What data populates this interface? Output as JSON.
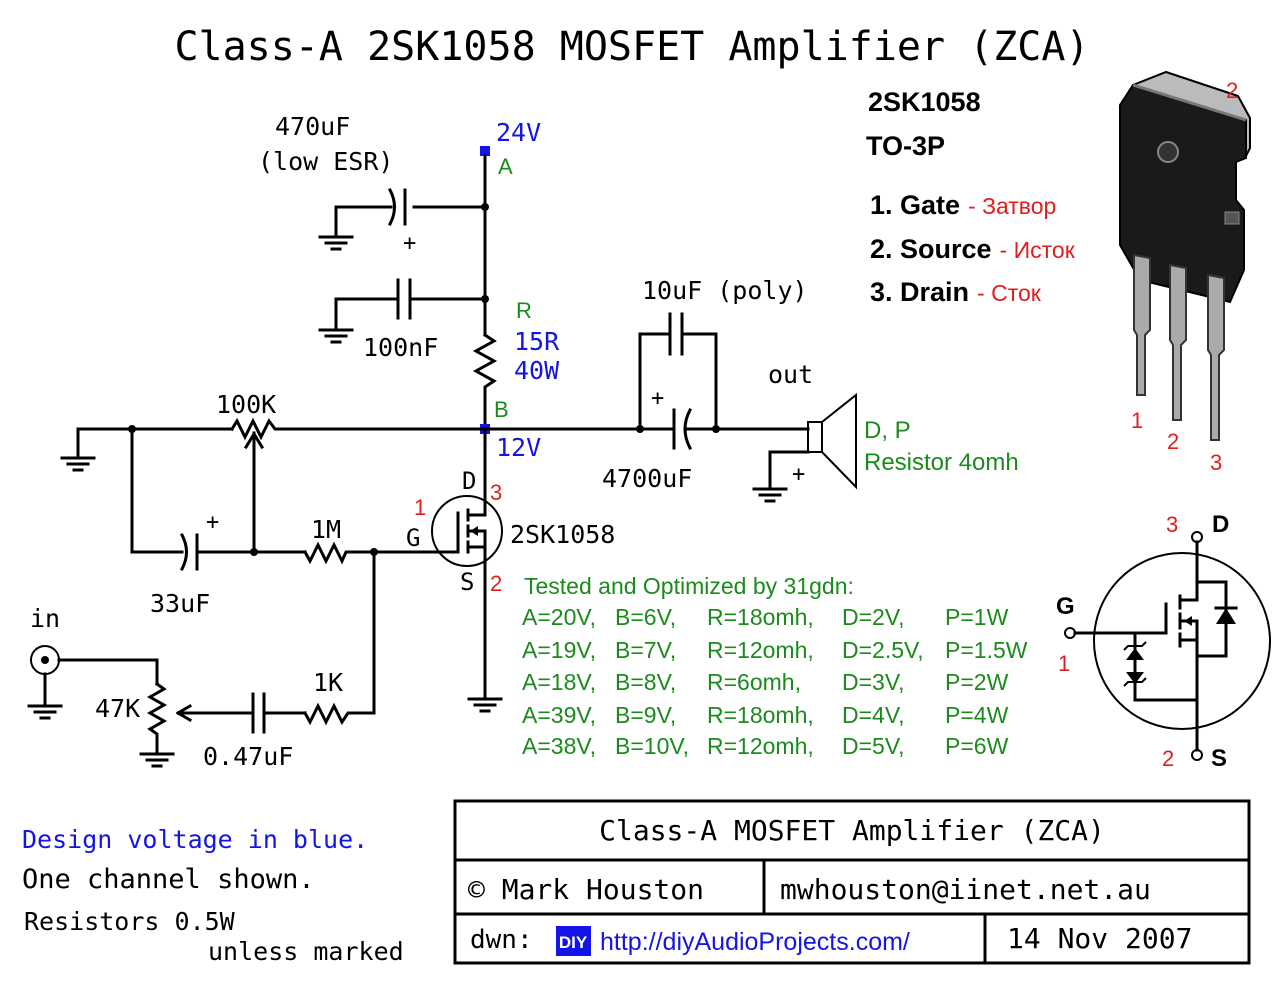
{
  "title": "Class-A 2SK1058 MOSFET Amplifier (ZCA)",
  "colors": {
    "design_voltage": "#1414e6",
    "node_label": "#1c8a1c",
    "pin_number": "#e01e1e",
    "link": "#1414e6",
    "diy_badge": "#1414e6"
  },
  "power": {
    "supply_voltage": "24V",
    "node_a": "A"
  },
  "components": {
    "c_bulk_value": "470uF",
    "c_bulk_note": "(low ESR)",
    "c_bypass": "100nF",
    "r_load_node": "R",
    "r_load_value": "15R",
    "r_load_power": "40W",
    "node_b": "B",
    "node_b_voltage": "12V",
    "pot_bias": "100K",
    "c_feedback": "33uF",
    "r_gate": "1M",
    "r_input": "1K",
    "c_input": "0.47uF",
    "pot_volume": "47K",
    "c_output_poly": "10uF (poly)",
    "c_output": "4700uF",
    "out_label": "out",
    "speaker_label": "D, P",
    "speaker_note": "Resistor 4omh",
    "input_label": "in",
    "plus": "+"
  },
  "mosfet": {
    "part": "2SK1058",
    "drain": "D",
    "gate": "G",
    "source": "S",
    "drain_pin": "3",
    "gate_pin": "1",
    "source_pin": "2"
  },
  "package": {
    "part": "2SK1058",
    "case": "TO-3P",
    "pins": [
      {
        "name": "1. Gate",
        "translation": "- Затвор"
      },
      {
        "name": "2. Source",
        "translation": "- Исток"
      },
      {
        "name": "3. Drain",
        "translation": "- Сток"
      }
    ],
    "leg_numbers": [
      "1",
      "2",
      "3"
    ],
    "tab_number": "2"
  },
  "symbol": {
    "drain": "D",
    "gate": "G",
    "source": "S",
    "drain_pin": "3",
    "gate_pin": "1",
    "source_pin": "2"
  },
  "tested": {
    "heading": "Tested and Optimized by 31gdn:",
    "rows": [
      [
        "A=20V,",
        "B=6V,",
        "R=18omh,",
        "D=2V,",
        "P=1W"
      ],
      [
        "A=19V,",
        "B=7V,",
        "R=12omh,",
        "D=2.5V,",
        "P=1.5W"
      ],
      [
        "A=18V,",
        "B=8V,",
        "R=6omh,",
        "D=3V,",
        "P=2W"
      ],
      [
        "A=39V,",
        "B=9V,",
        "R=18omh,",
        "D=4V,",
        "P=4W"
      ],
      [
        "A=38V,",
        "B=10V,",
        "R=12omh,",
        "D=5V,",
        "P=6W"
      ]
    ]
  },
  "notes": {
    "design_voltage": "Design voltage in blue.",
    "channel": "One channel shown.",
    "resistors_1": "Resistors 0.5W",
    "resistors_2": "unless marked"
  },
  "title_block": {
    "title": "Class-A MOSFET Amplifier (ZCA)",
    "author": "© Mark Houston",
    "email": "mwhouston@iinet.net.au",
    "drawn_label": "dwn:",
    "diy_badge": "DIY",
    "url": "http://diyAudioProjects.com/",
    "date": "14 Nov 2007"
  }
}
